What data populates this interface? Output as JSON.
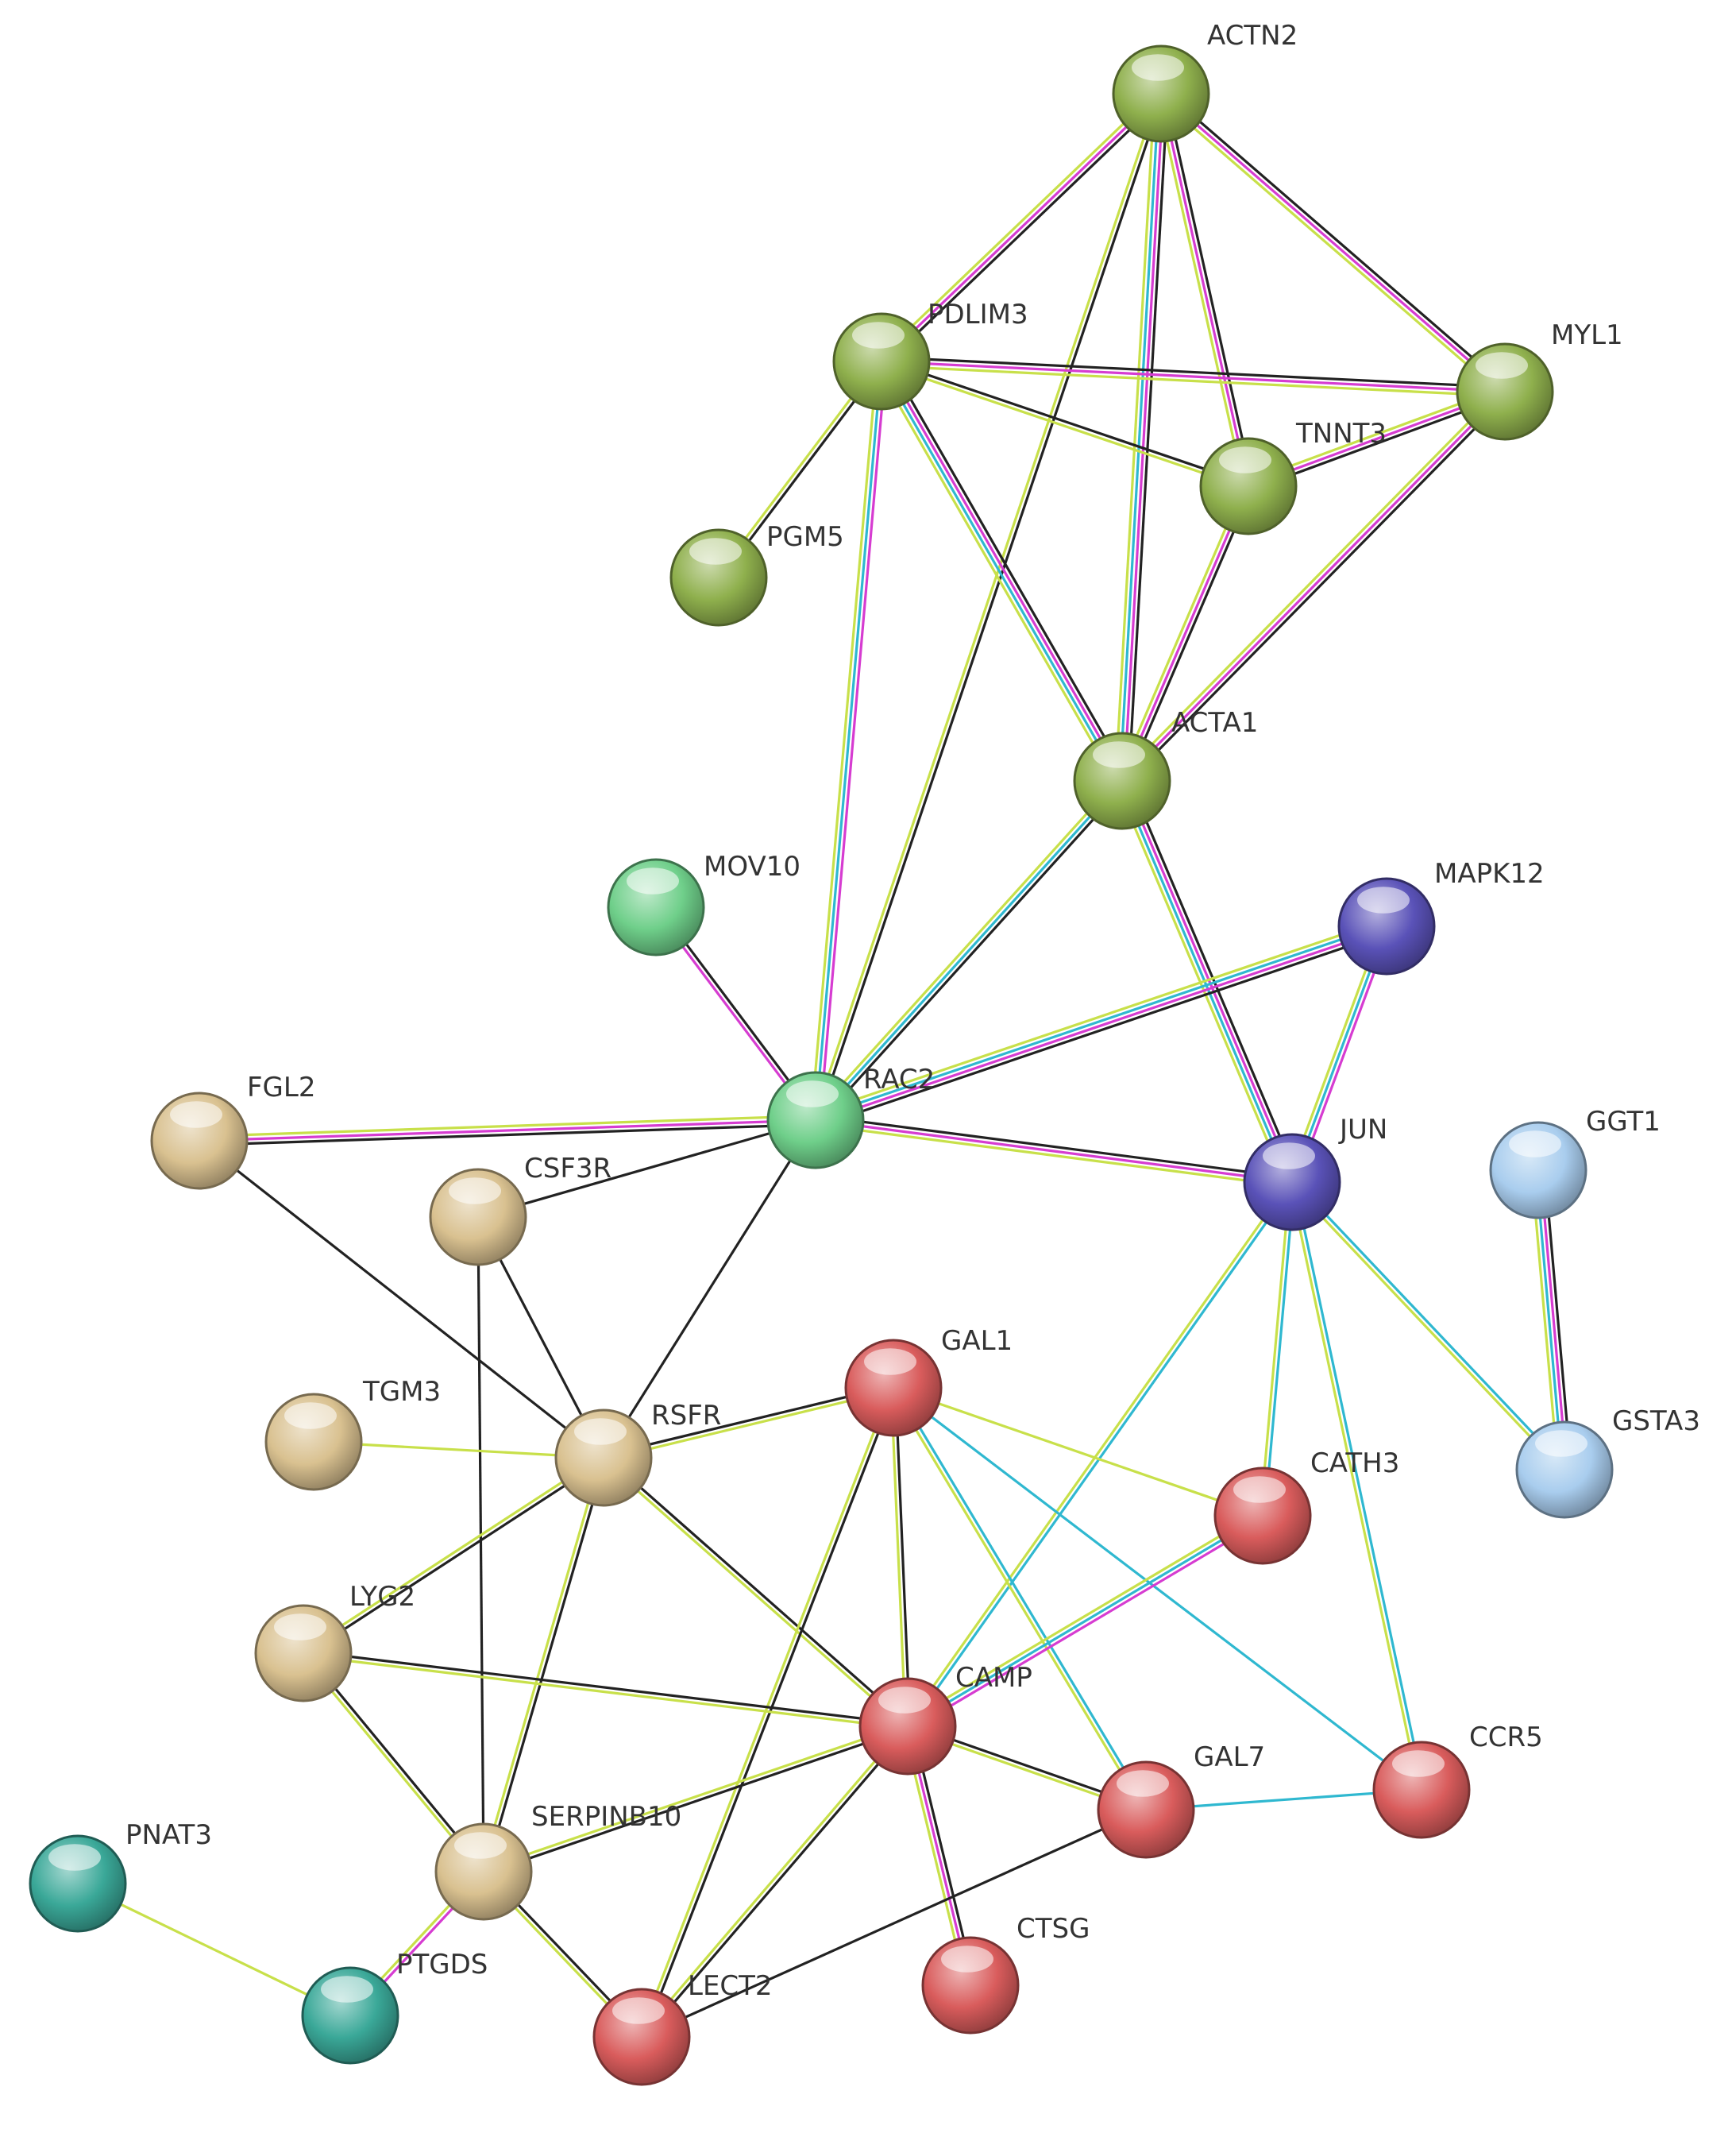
{
  "nodes": [
    {
      "id": "ACTN2",
      "label": "ACTN2",
      "color": "#8fb04d"
    },
    {
      "id": "PDLIM3",
      "label": "PDLIM3",
      "color": "#8fb04d"
    },
    {
      "id": "MYL1",
      "label": "MYL1",
      "color": "#8fb04d"
    },
    {
      "id": "TNNT3",
      "label": "TNNT3",
      "color": "#8fb04d"
    },
    {
      "id": "PGM5",
      "label": "PGM5",
      "color": "#8fb04d"
    },
    {
      "id": "ACTA1",
      "label": "ACTA1",
      "color": "#8fb04d"
    },
    {
      "id": "MOV10",
      "label": "MOV10",
      "color": "#6fcf8a"
    },
    {
      "id": "MAPK12",
      "label": "MAPK12",
      "color": "#5a52b8"
    },
    {
      "id": "RAC2",
      "label": "RAC2",
      "color": "#6fcf8a"
    },
    {
      "id": "FGL2",
      "label": "FGL2",
      "color": "#d9c190"
    },
    {
      "id": "CSF3R",
      "label": "CSF3R",
      "color": "#d9c190"
    },
    {
      "id": "JUN",
      "label": "JUN",
      "color": "#5a52b8"
    },
    {
      "id": "GGT1",
      "label": "GGT1",
      "color": "#a9cdee"
    },
    {
      "id": "GAL1",
      "label": "GAL1",
      "color": "#d95c5c"
    },
    {
      "id": "TGM3",
      "label": "TGM3",
      "color": "#d9c190"
    },
    {
      "id": "RSFR",
      "label": "RSFR",
      "color": "#d9c190"
    },
    {
      "id": "GSTA3",
      "label": "GSTA3",
      "color": "#a9cdee"
    },
    {
      "id": "CATH3",
      "label": "CATH3",
      "color": "#d95c5c"
    },
    {
      "id": "LYG2",
      "label": "LYG2",
      "color": "#d9c190"
    },
    {
      "id": "CAMP",
      "label": "CAMP",
      "color": "#d95c5c"
    },
    {
      "id": "CCR5",
      "label": "CCR5",
      "color": "#d95c5c"
    },
    {
      "id": "GAL7",
      "label": "GAL7",
      "color": "#d95c5c"
    },
    {
      "id": "PNAT3",
      "label": "PNAT3",
      "color": "#3aa898"
    },
    {
      "id": "SERPINB10",
      "label": "SERPINB10",
      "color": "#d9c190"
    },
    {
      "id": "CTSG",
      "label": "CTSG",
      "color": "#d95c5c"
    },
    {
      "id": "PTGDS",
      "label": "PTGDS",
      "color": "#3aa898"
    },
    {
      "id": "LECT2",
      "label": "LECT2",
      "color": "#d95c5c"
    }
  ],
  "edges": [
    {
      "source": "ACTN2",
      "target": "PDLIM3",
      "colors": [
        "#222222",
        "#d63cd1",
        "#c8e04a"
      ]
    },
    {
      "source": "ACTN2",
      "target": "MYL1",
      "colors": [
        "#222222",
        "#d63cd1",
        "#c8e04a"
      ]
    },
    {
      "source": "ACTN2",
      "target": "TNNT3",
      "colors": [
        "#222222",
        "#d63cd1",
        "#c8e04a"
      ]
    },
    {
      "source": "ACTN2",
      "target": "ACTA1",
      "colors": [
        "#222222",
        "#d63cd1",
        "#2fb8d0",
        "#c8e04a"
      ]
    },
    {
      "source": "ACTN2",
      "target": "RAC2",
      "colors": [
        "#222222",
        "#c8e04a"
      ]
    },
    {
      "source": "PDLIM3",
      "target": "MYL1",
      "colors": [
        "#222222",
        "#d63cd1",
        "#c8e04a"
      ]
    },
    {
      "source": "PDLIM3",
      "target": "TNNT3",
      "colors": [
        "#222222",
        "#c8e04a"
      ]
    },
    {
      "source": "PDLIM3",
      "target": "PGM5",
      "colors": [
        "#222222",
        "#c8e04a"
      ]
    },
    {
      "source": "PDLIM3",
      "target": "ACTA1",
      "colors": [
        "#222222",
        "#d63cd1",
        "#2fb8d0",
        "#c8e04a"
      ]
    },
    {
      "source": "PDLIM3",
      "target": "RAC2",
      "colors": [
        "#d63cd1",
        "#2fb8d0",
        "#c8e04a"
      ]
    },
    {
      "source": "MYL1",
      "target": "TNNT3",
      "colors": [
        "#222222",
        "#d63cd1",
        "#c8e04a"
      ]
    },
    {
      "source": "MYL1",
      "target": "ACTA1",
      "colors": [
        "#222222",
        "#d63cd1",
        "#c8e04a"
      ]
    },
    {
      "source": "TNNT3",
      "target": "ACTA1",
      "colors": [
        "#222222",
        "#d63cd1",
        "#c8e04a"
      ]
    },
    {
      "source": "ACTA1",
      "target": "RAC2",
      "colors": [
        "#222222",
        "#2fb8d0",
        "#c8e04a"
      ]
    },
    {
      "source": "ACTA1",
      "target": "JUN",
      "colors": [
        "#222222",
        "#d63cd1",
        "#2fb8d0",
        "#c8e04a"
      ]
    },
    {
      "source": "MOV10",
      "target": "RAC2",
      "colors": [
        "#222222",
        "#d63cd1"
      ]
    },
    {
      "source": "MAPK12",
      "target": "RAC2",
      "colors": [
        "#222222",
        "#d63cd1",
        "#2fb8d0",
        "#c8e04a"
      ]
    },
    {
      "source": "MAPK12",
      "target": "JUN",
      "colors": [
        "#d63cd1",
        "#2fb8d0",
        "#c8e04a"
      ]
    },
    {
      "source": "RAC2",
      "target": "FGL2",
      "colors": [
        "#222222",
        "#d63cd1",
        "#c8e04a"
      ]
    },
    {
      "source": "RAC2",
      "target": "JUN",
      "colors": [
        "#222222",
        "#d63cd1",
        "#c8e04a"
      ]
    },
    {
      "source": "RAC2",
      "target": "CSF3R",
      "colors": [
        "#222222"
      ]
    },
    {
      "source": "RAC2",
      "target": "RSFR",
      "colors": [
        "#222222"
      ]
    },
    {
      "source": "FGL2",
      "target": "RSFR",
      "colors": [
        "#222222"
      ]
    },
    {
      "source": "CSF3R",
      "target": "RSFR",
      "colors": [
        "#222222"
      ]
    },
    {
      "source": "CSF3R",
      "target": "SERPINB10",
      "colors": [
        "#222222"
      ]
    },
    {
      "source": "JUN",
      "target": "CATH3",
      "colors": [
        "#2fb8d0",
        "#c8e04a"
      ]
    },
    {
      "source": "JUN",
      "target": "CAMP",
      "colors": [
        "#2fb8d0",
        "#c8e04a"
      ]
    },
    {
      "source": "JUN",
      "target": "CCR5",
      "colors": [
        "#2fb8d0",
        "#c8e04a"
      ]
    },
    {
      "source": "JUN",
      "target": "GSTA3",
      "colors": [
        "#2fb8d0",
        "#c8e04a"
      ]
    },
    {
      "source": "GGT1",
      "target": "GSTA3",
      "colors": [
        "#222222",
        "#d63cd1",
        "#2fb8d0",
        "#c8e04a"
      ]
    },
    {
      "source": "TGM3",
      "target": "RSFR",
      "colors": [
        "#c8e04a"
      ]
    },
    {
      "source": "RSFR",
      "target": "GAL1",
      "colors": [
        "#222222",
        "#c8e04a"
      ]
    },
    {
      "source": "RSFR",
      "target": "LYG2",
      "colors": [
        "#222222",
        "#c8e04a"
      ]
    },
    {
      "source": "RSFR",
      "target": "CAMP",
      "colors": [
        "#222222",
        "#c8e04a"
      ]
    },
    {
      "source": "RSFR",
      "target": "SERPINB10",
      "colors": [
        "#222222",
        "#c8e04a"
      ]
    },
    {
      "source": "GAL1",
      "target": "CATH3",
      "colors": [
        "#c8e04a"
      ]
    },
    {
      "source": "GAL1",
      "target": "CAMP",
      "colors": [
        "#222222",
        "#c8e04a"
      ]
    },
    {
      "source": "GAL1",
      "target": "GAL7",
      "colors": [
        "#2fb8d0",
        "#c8e04a"
      ]
    },
    {
      "source": "GAL1",
      "target": "CCR5",
      "colors": [
        "#2fb8d0"
      ]
    },
    {
      "source": "GAL1",
      "target": "LECT2",
      "colors": [
        "#222222",
        "#c8e04a"
      ]
    },
    {
      "source": "CATH3",
      "target": "CAMP",
      "colors": [
        "#d63cd1",
        "#2fb8d0",
        "#c8e04a"
      ]
    },
    {
      "source": "LYG2",
      "target": "CAMP",
      "colors": [
        "#222222",
        "#c8e04a"
      ]
    },
    {
      "source": "LYG2",
      "target": "SERPINB10",
      "colors": [
        "#222222",
        "#c8e04a"
      ]
    },
    {
      "source": "CAMP",
      "target": "GAL7",
      "colors": [
        "#222222",
        "#c8e04a"
      ]
    },
    {
      "source": "CAMP",
      "target": "CTSG",
      "colors": [
        "#222222",
        "#d63cd1",
        "#c8e04a"
      ]
    },
    {
      "source": "CAMP",
      "target": "SERPINB10",
      "colors": [
        "#222222",
        "#c8e04a"
      ]
    },
    {
      "source": "CAMP",
      "target": "LECT2",
      "colors": [
        "#222222",
        "#c8e04a"
      ]
    },
    {
      "source": "GAL7",
      "target": "CCR5",
      "colors": [
        "#2fb8d0"
      ]
    },
    {
      "source": "GAL7",
      "target": "LECT2",
      "colors": [
        "#222222"
      ]
    },
    {
      "source": "SERPINB10",
      "target": "PTGDS",
      "colors": [
        "#d63cd1",
        "#c8e04a"
      ]
    },
    {
      "source": "SERPINB10",
      "target": "LECT2",
      "colors": [
        "#222222",
        "#c8e04a"
      ]
    },
    {
      "source": "PNAT3",
      "target": "PTGDS",
      "colors": [
        "#c8e04a"
      ]
    }
  ]
}
